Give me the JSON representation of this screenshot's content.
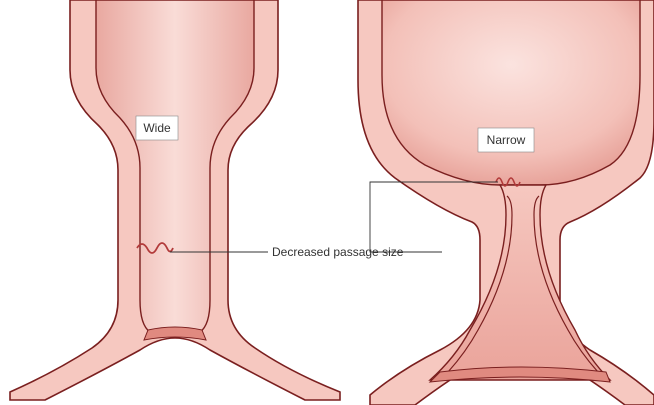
{
  "labels": {
    "left_passage": "Wide",
    "right_passage": "Narrow",
    "callout": "Decreased passage size"
  },
  "colors": {
    "outer_wall": "#f6c8c0",
    "wall_stroke": "#7a1f1f",
    "inner_wall": "#f2b6ad",
    "lumen_light": "#f8d8d3",
    "lumen_dark": "#e89f97",
    "fold": "#b23a3a",
    "leader": "#333333"
  }
}
